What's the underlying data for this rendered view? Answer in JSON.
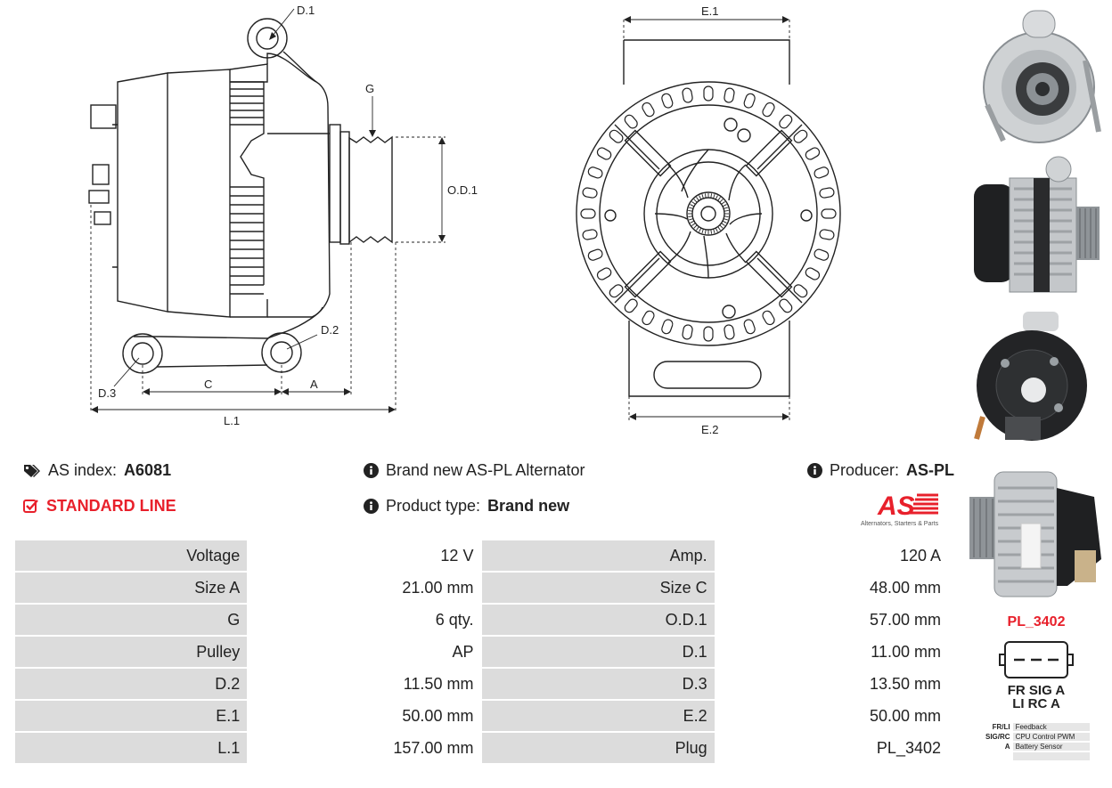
{
  "drawing_labels": {
    "d1": "D.1",
    "g": "G",
    "od1": "O.D.1",
    "d2": "D.2",
    "d3": "D.3",
    "c": "C",
    "a": "A",
    "l1": "L.1",
    "e1": "E.1",
    "e2": "E.2"
  },
  "info": {
    "as_index_label": "AS index:",
    "as_index_value": "A6081",
    "brand_text": "Brand new AS-PL Alternator",
    "producer_label": "Producer:",
    "producer_value": "AS-PL",
    "standard_line": "STANDARD LINE",
    "product_type_label": "Product type:",
    "product_type_value": "Brand new"
  },
  "logo": {
    "text": "AS",
    "tagline": "Alternators, Starters & Parts",
    "color": "#e8202b"
  },
  "specs": [
    [
      "Voltage",
      "12 V",
      "Amp.",
      "120 A"
    ],
    [
      "Size A",
      "21.00 mm",
      "Size C",
      "48.00 mm"
    ],
    [
      "G",
      "6 qty.",
      "O.D.1",
      "57.00 mm"
    ],
    [
      "Pulley",
      "AP",
      "D.1",
      "11.00 mm"
    ],
    [
      "D.2",
      "11.50 mm",
      "D.3",
      "13.50 mm"
    ],
    [
      "E.1",
      "50.00 mm",
      "E.2",
      "50.00 mm"
    ],
    [
      "L.1",
      "157.00 mm",
      "Plug",
      "PL_3402"
    ]
  ],
  "plug": {
    "title": "PL_3402",
    "pins_top": "FR SIG  A",
    "pins_bottom": "LI  RC  A",
    "legend": [
      {
        "key": "FR/LI",
        "desc": "Feedback"
      },
      {
        "key": "SIG/RC",
        "desc": "CPU Control PWM"
      },
      {
        "key": "A",
        "desc": "Battery Sensor"
      },
      {
        "key": "",
        "desc": ""
      }
    ]
  },
  "colors": {
    "accent": "#e8202b",
    "table_label_bg": "#dcdcdc"
  }
}
